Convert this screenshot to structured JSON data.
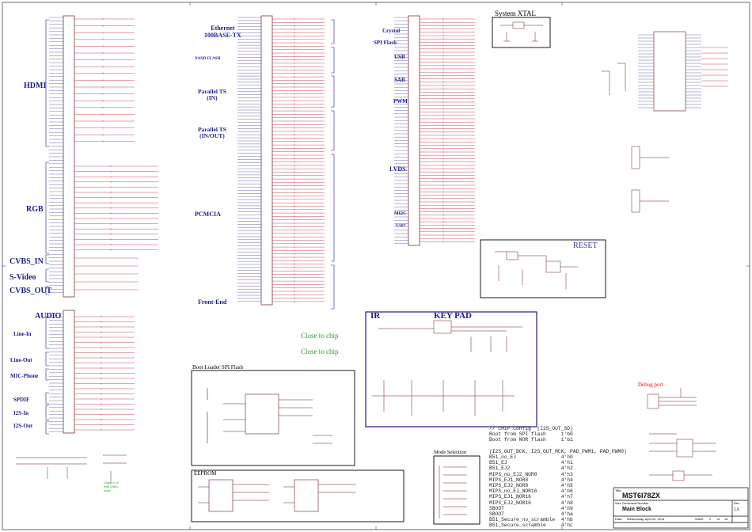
{
  "sections": {
    "hdmi": "HDMI",
    "rgb": "RGB",
    "cvbs_in": "CVBS_IN",
    "s_video": "S-Video",
    "cvbs_out": "CVBS_OUT",
    "audio": "AUDIO",
    "line_in": "Line-In",
    "line_out": "Line-Out",
    "mic_phone": "MIC-Phone",
    "spdif": "SPDIF",
    "i2s_in": "I2S-In",
    "i2s_out": "I2S-Out",
    "ethernet": "Ethernet\n100BASE-TX",
    "nand_flash": "NAND FLASH",
    "parallel_ts_in": "Parallel TS\n(IN)",
    "parallel_ts_inout": "Parallel TS\n(IN/OUT)",
    "pcmcia": "PCMCIA",
    "front_end": "Front-End",
    "crystal": "Crystal",
    "spi_flash": "SPI Flash",
    "usb": "USB",
    "sar": "SAR",
    "pwm": "PWM",
    "lvds": "LVDS",
    "mi2c": "MI2C",
    "uart": "UART"
  },
  "titles": {
    "system_xtal": "System XTAL",
    "reset": "RESET",
    "ir": "IR",
    "key_pad": "KEY PAD",
    "boot_loader": "Boot Loader SPI Flash",
    "eeprom": "EEPROM",
    "mode_selection": "Mode Selection",
    "debug_port": "Debug port",
    "close_to_chip_1": "Close to chip",
    "close_to_chip_2": "Close to chip",
    "close_to_ic": "Close to IC\nwith width\ntrace"
  },
  "chip_config": [
    "// CHIP Config  (I2S_OUT_SD)",
    "Boot from SPI flash     1'b0",
    "Boot from NOR flash     1'b1",
    "",
    "(I2S_OUT_BCK, I2S_OUT_MCK, PAD_PWM1, PAD_PWM0)",
    "B51_no_EJ               4'h0",
    "B51_EJ                  4'h1",
    "B51_EJ2                 4'h2",
    "MIPS_no_EJ2_NOR8        4'h3",
    "MIPS_EJ1_NOR8           4'h4",
    "MIPS_EJ2_NOR8           4'h5",
    "MIPS_no_EJ_NOR16        4'h6",
    "MIPS_EJ1_NOR16          4'h7",
    "MIPS_EJ2_NOR16          4'h8",
    "SBOOT                   4'h9",
    "SBOOT                   4'ha",
    "B51_Secure_no_scramble  4'hb",
    "B51_Secure_scramble     4'hc"
  ],
  "title_block": {
    "title_label": "Title",
    "title": "MST6I78ZX",
    "doc_label": "Document Number",
    "doc": "Main Block",
    "rev_label": "Rev",
    "rev": "1.0",
    "date_label": "Date:",
    "date": "Wednesday, April 02, 2014",
    "sheet_label": "Sheet",
    "sheet": "2",
    "of_label": "of",
    "of": "15"
  },
  "colors": {
    "wire": "#5a5aa6",
    "net": "#c8323c",
    "component": "#8c2a2a",
    "frame": "#000000",
    "section": "#1c1c8c"
  }
}
